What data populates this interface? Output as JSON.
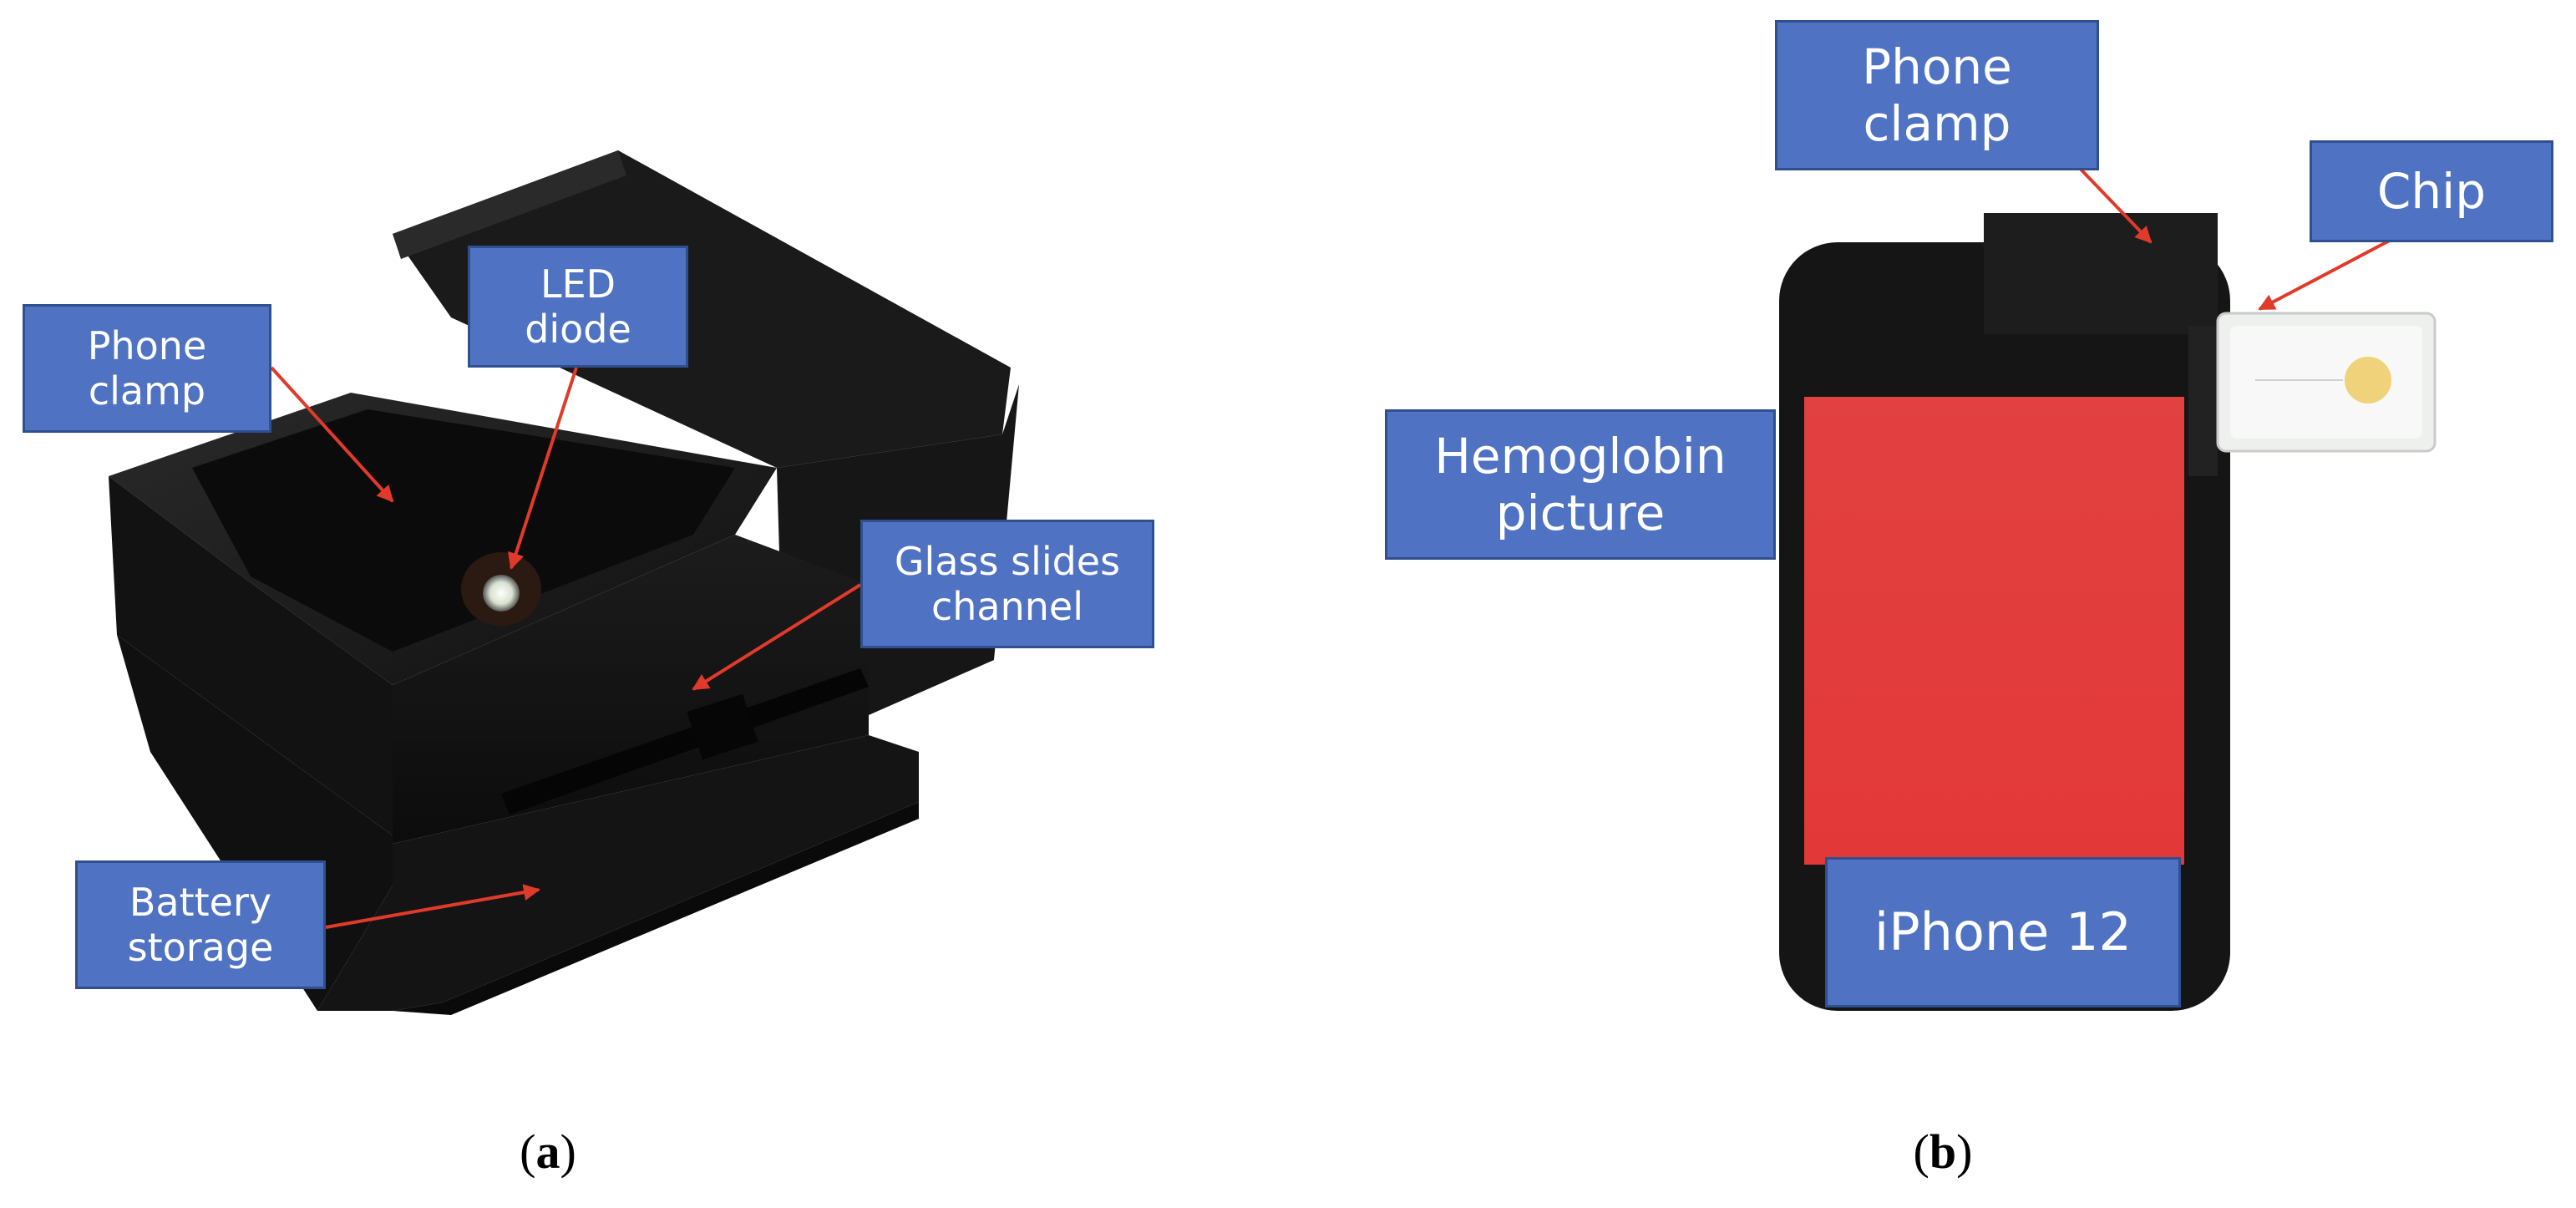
{
  "panel_a": {
    "label_open": "(",
    "label_letter": "a",
    "label_close": ")",
    "callouts": {
      "phone_clamp": "Phone\nclamp",
      "led_diode": "LED\ndiode",
      "glass_slides_channel": "Glass slides\nchannel",
      "battery_storage": "Battery\nstorage"
    }
  },
  "panel_b": {
    "label_open": "(",
    "label_letter": "b",
    "label_close": ")",
    "callouts": {
      "phone_clamp": "Phone\nclamp",
      "chip": "Chip",
      "hemoglobin_picture": "Hemoglobin\npicture",
      "iphone": "iPhone 12"
    }
  },
  "colors": {
    "callout_fill": "#4f72c3",
    "callout_border": "#2f4f8f",
    "arrow": "#e03a2a",
    "device_black": "#141414",
    "screen_red": "#e03c3c"
  }
}
